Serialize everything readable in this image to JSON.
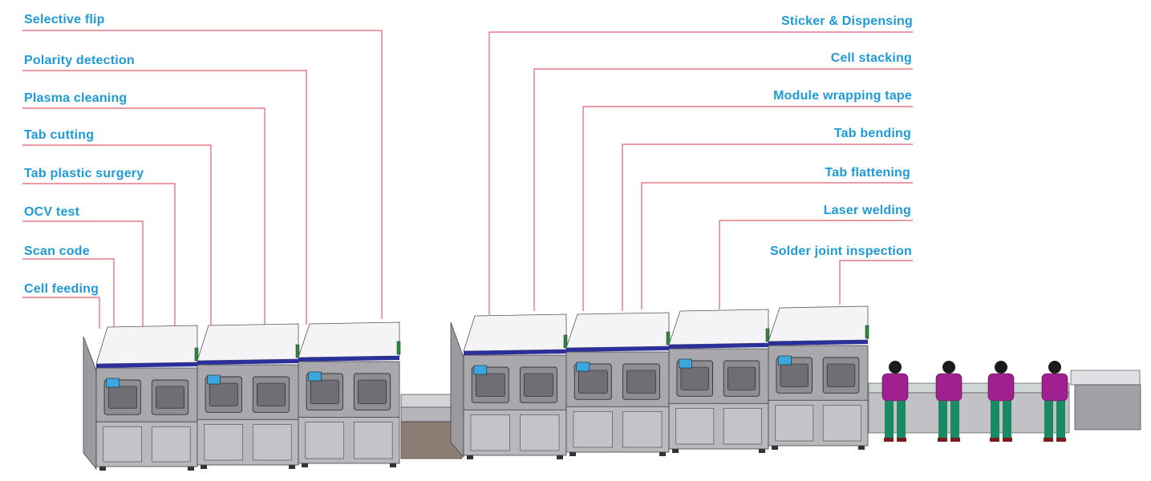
{
  "left_labels": [
    "Selective flip",
    "Polarity detection",
    "Plasma cleaning",
    "Tab cutting",
    "Tab plastic surgery",
    "OCV test",
    "Scan code",
    "Cell feeding"
  ],
  "right_labels": [
    "Sticker & Dispensing",
    "Cell stacking",
    "Module wrapping tape",
    "Tab bending",
    "Tab flattening",
    "Laser welding",
    "Solder joint inspection"
  ],
  "colors": {
    "label_text": "#1e9ad6",
    "leader_line": "#e06070",
    "machine_frame": "#8c8c90",
    "blue_stripe": "#2a2f9c",
    "worker_shirt": "#a0208f",
    "worker_pants": "#1a8a64"
  }
}
